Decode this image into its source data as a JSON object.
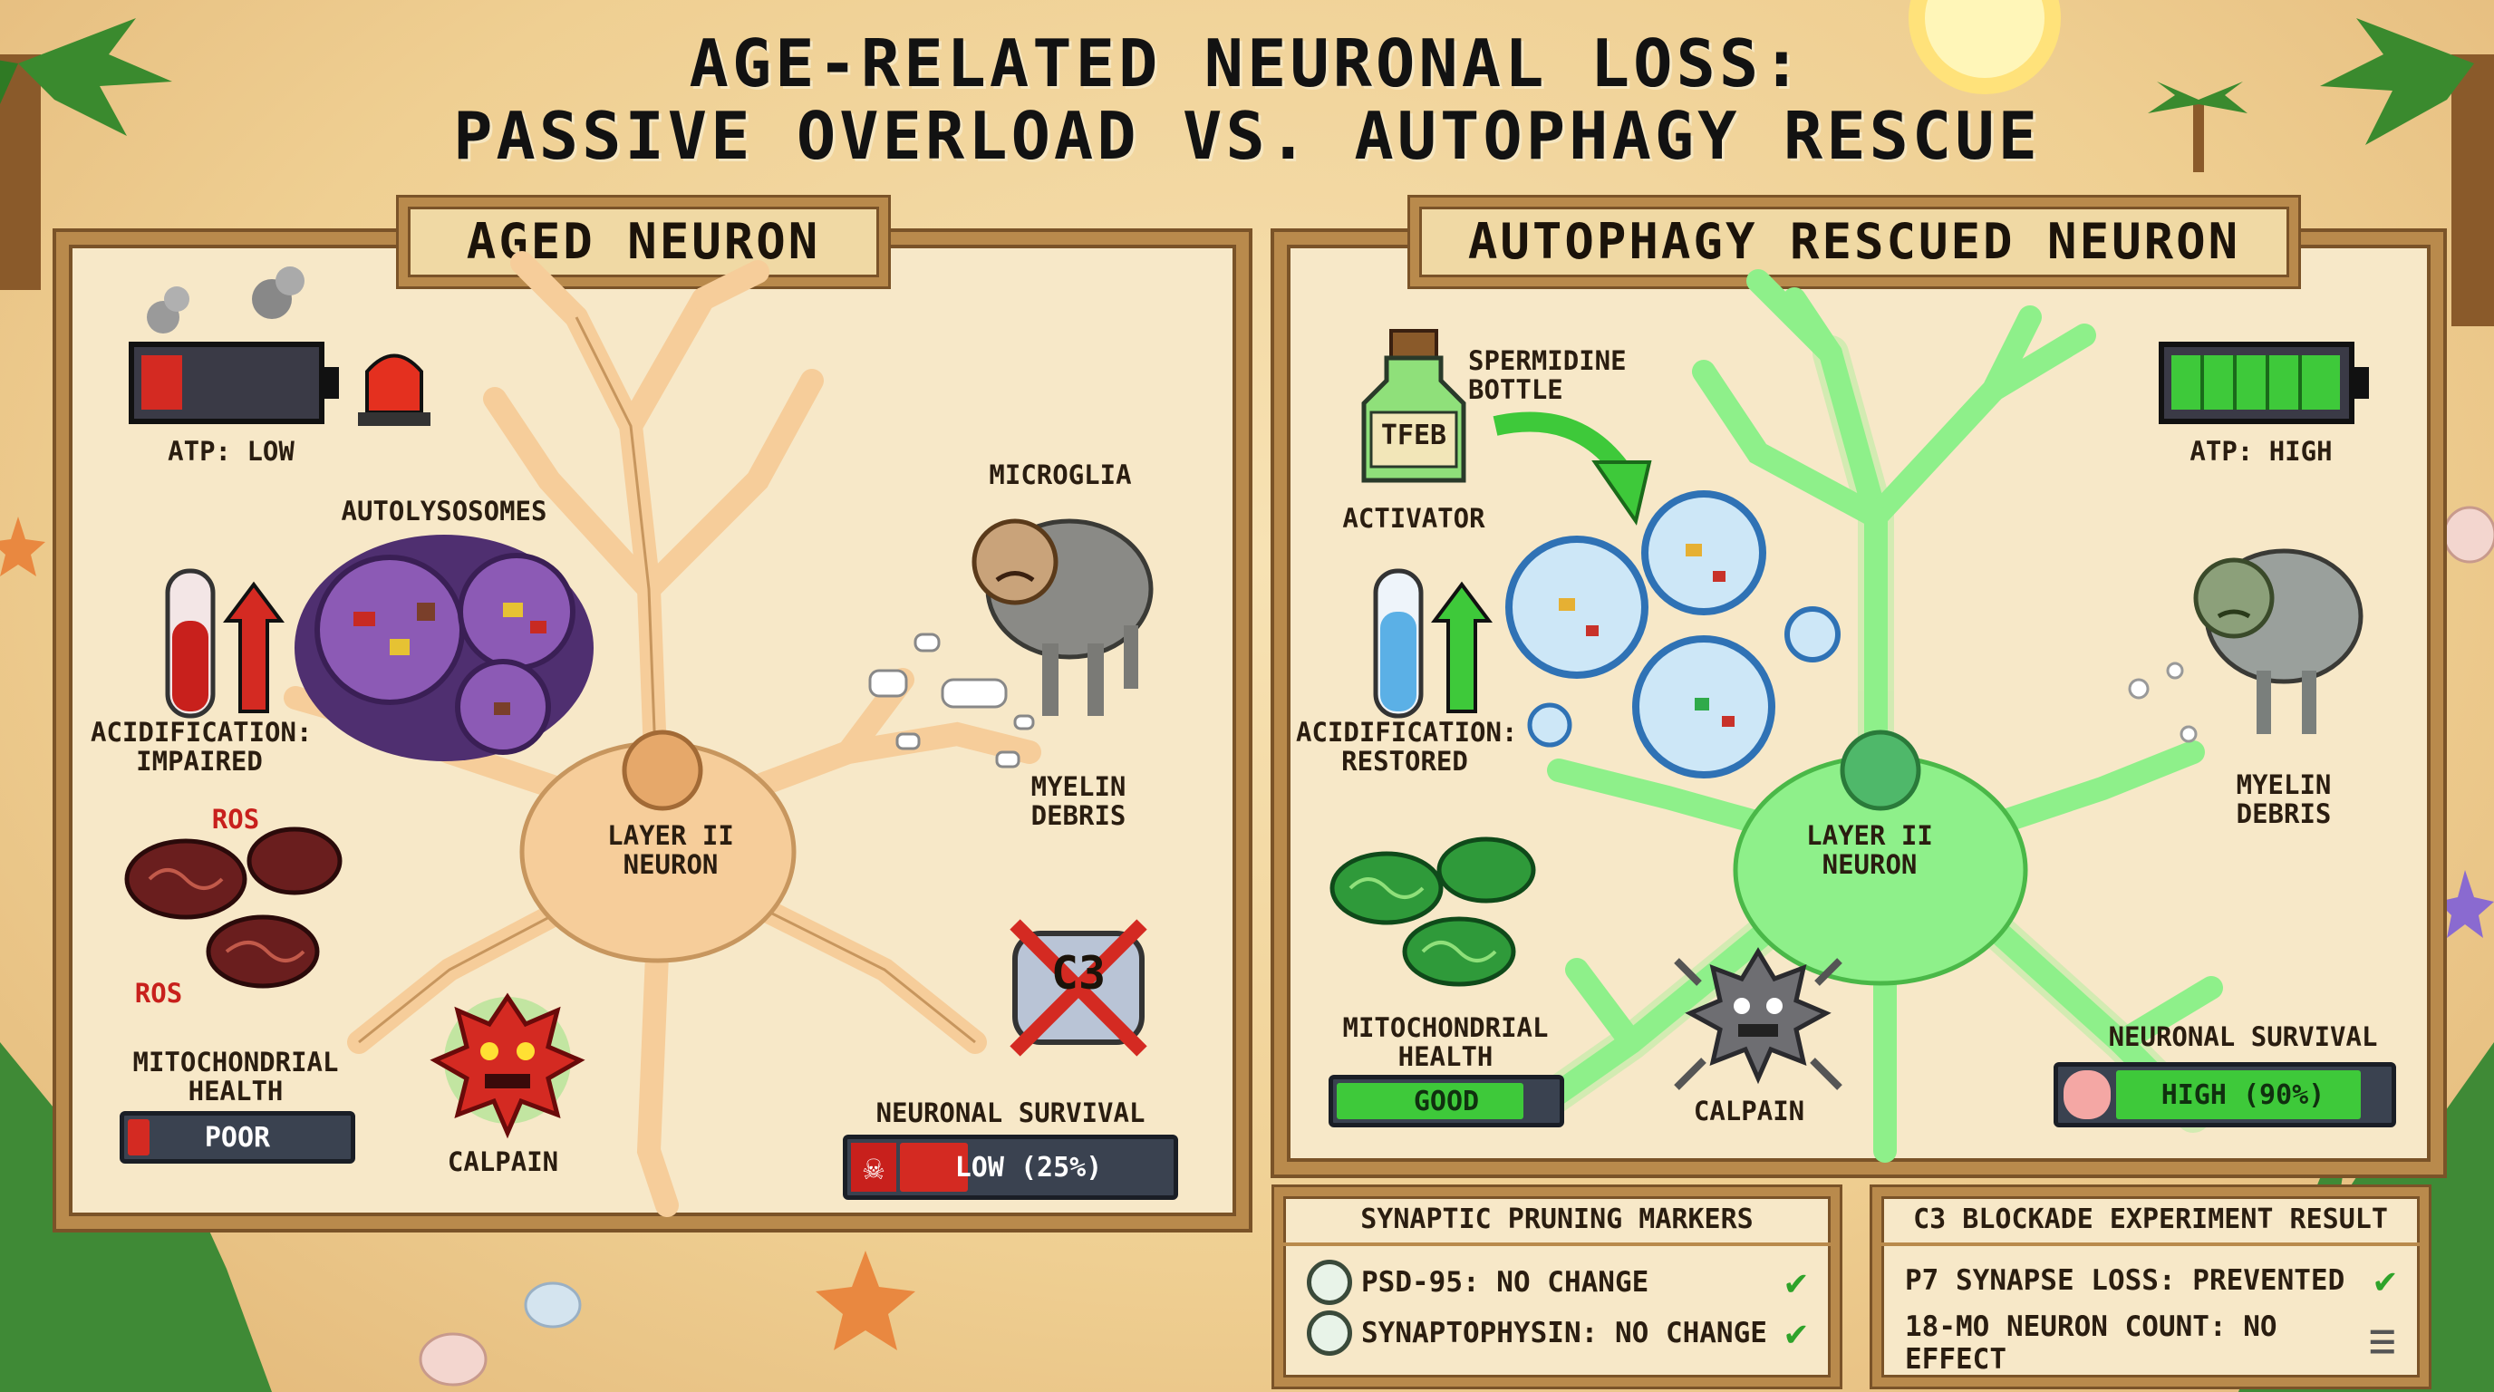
{
  "title": {
    "line1": "AGE-RELATED NEURONAL LOSS:",
    "line2": "PASSIVE OVERLOAD VS. AUTOPHAGY RESCUE"
  },
  "left_panel": {
    "heading": "AGED NEURON",
    "atp_label": "ATP: LOW",
    "autolysosomes_label": "AUTOLYSOSOMES",
    "acidification_label_1": "ACIDIFICATION:",
    "acidification_label_2": "IMPAIRED",
    "ros_label_1": "ROS",
    "ros_label_2": "ROS",
    "mito_label_1": "MITOCHONDRIAL",
    "mito_label_2": "HEALTH",
    "mito_status": "POOR",
    "mito_fraction": 0.1,
    "neuron_label_1": "LAYER II",
    "neuron_label_2": "NEURON",
    "microglia_label": "MICROGLIA",
    "myelin_label_1": "MYELIN",
    "myelin_label_2": "DEBRIS",
    "c3_label": "C3",
    "calpain_label": "CALPAIN",
    "survival_label": "NEURONAL SURVIVAL",
    "survival_text": "LOW (25%)",
    "survival_fraction": 0.25
  },
  "right_panel": {
    "heading": "AUTOPHAGY RESCUED NEURON",
    "bottle_text": "TFEB",
    "bottle_label_1": "SPERMIDINE",
    "bottle_label_2": "BOTTLE",
    "activator_label": "ACTIVATOR",
    "atp_label": "ATP: HIGH",
    "acidification_label_1": "ACIDIFICATION:",
    "acidification_label_2": "RESTORED",
    "neuron_label_1": "LAYER II",
    "neuron_label_2": "NEURON",
    "myelin_label_1": "MYELIN",
    "myelin_label_2": "DEBRIS",
    "mito_label_1": "MITOCHONDRIAL",
    "mito_label_2": "HEALTH",
    "mito_status": "GOOD",
    "mito_fraction": 0.85,
    "calpain_label": "CALPAIN",
    "survival_label": "NEURONAL SURVIVAL",
    "survival_text": "HIGH (90%)",
    "survival_fraction": 0.9
  },
  "pruning_box": {
    "title": "SYNAPTIC PRUNING MARKERS",
    "rows": [
      "PSD-95: NO CHANGE",
      "SYNAPTOPHYSIN: NO CHANGE"
    ]
  },
  "c3_box": {
    "title": "C3 BLOCKADE EXPERIMENT RESULT",
    "rows": [
      "P7 SYNAPSE LOSS: PREVENTED",
      "18-MO NEURON COUNT: NO EFFECT"
    ]
  },
  "colors": {
    "bad_red": "#d42a22",
    "good_green": "#3ec93a",
    "neuron_peach": "#f6cd9a",
    "neuron_green": "#8ef08a",
    "frame_wood": "#b98a4c"
  }
}
